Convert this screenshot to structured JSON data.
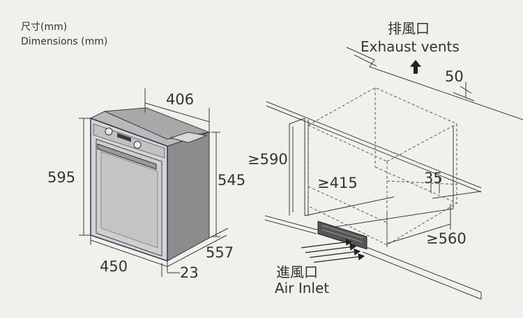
{
  "header": {
    "title_zh": "尺寸(mm)",
    "title_en": "Dimensions (mm)"
  },
  "oven": {
    "height": "595",
    "width": "450",
    "depth": "557",
    "body_height": "545",
    "top_width": "406",
    "panel_thickness": "23"
  },
  "cabinet": {
    "exhaust_zh": "排風口",
    "exhaust_en": "Exhaust vents",
    "inlet_zh": "進風口",
    "inlet_en": "Air Inlet",
    "clearance_top": "50",
    "min_height": "≥590",
    "min_depth": "≥415",
    "gap": "35",
    "min_width": "≥560"
  },
  "colors": {
    "background": "#f1f0ec",
    "line": "#3a3a3a",
    "oven_front": "#d8d8d8",
    "oven_side": "#8f8f8f",
    "oven_top": "#b6b6b6",
    "dashed": "#5a5a5a",
    "accent": "#2a3550"
  },
  "icons": [
    "up-arrow-icon",
    "airflow-arrows-icon"
  ]
}
